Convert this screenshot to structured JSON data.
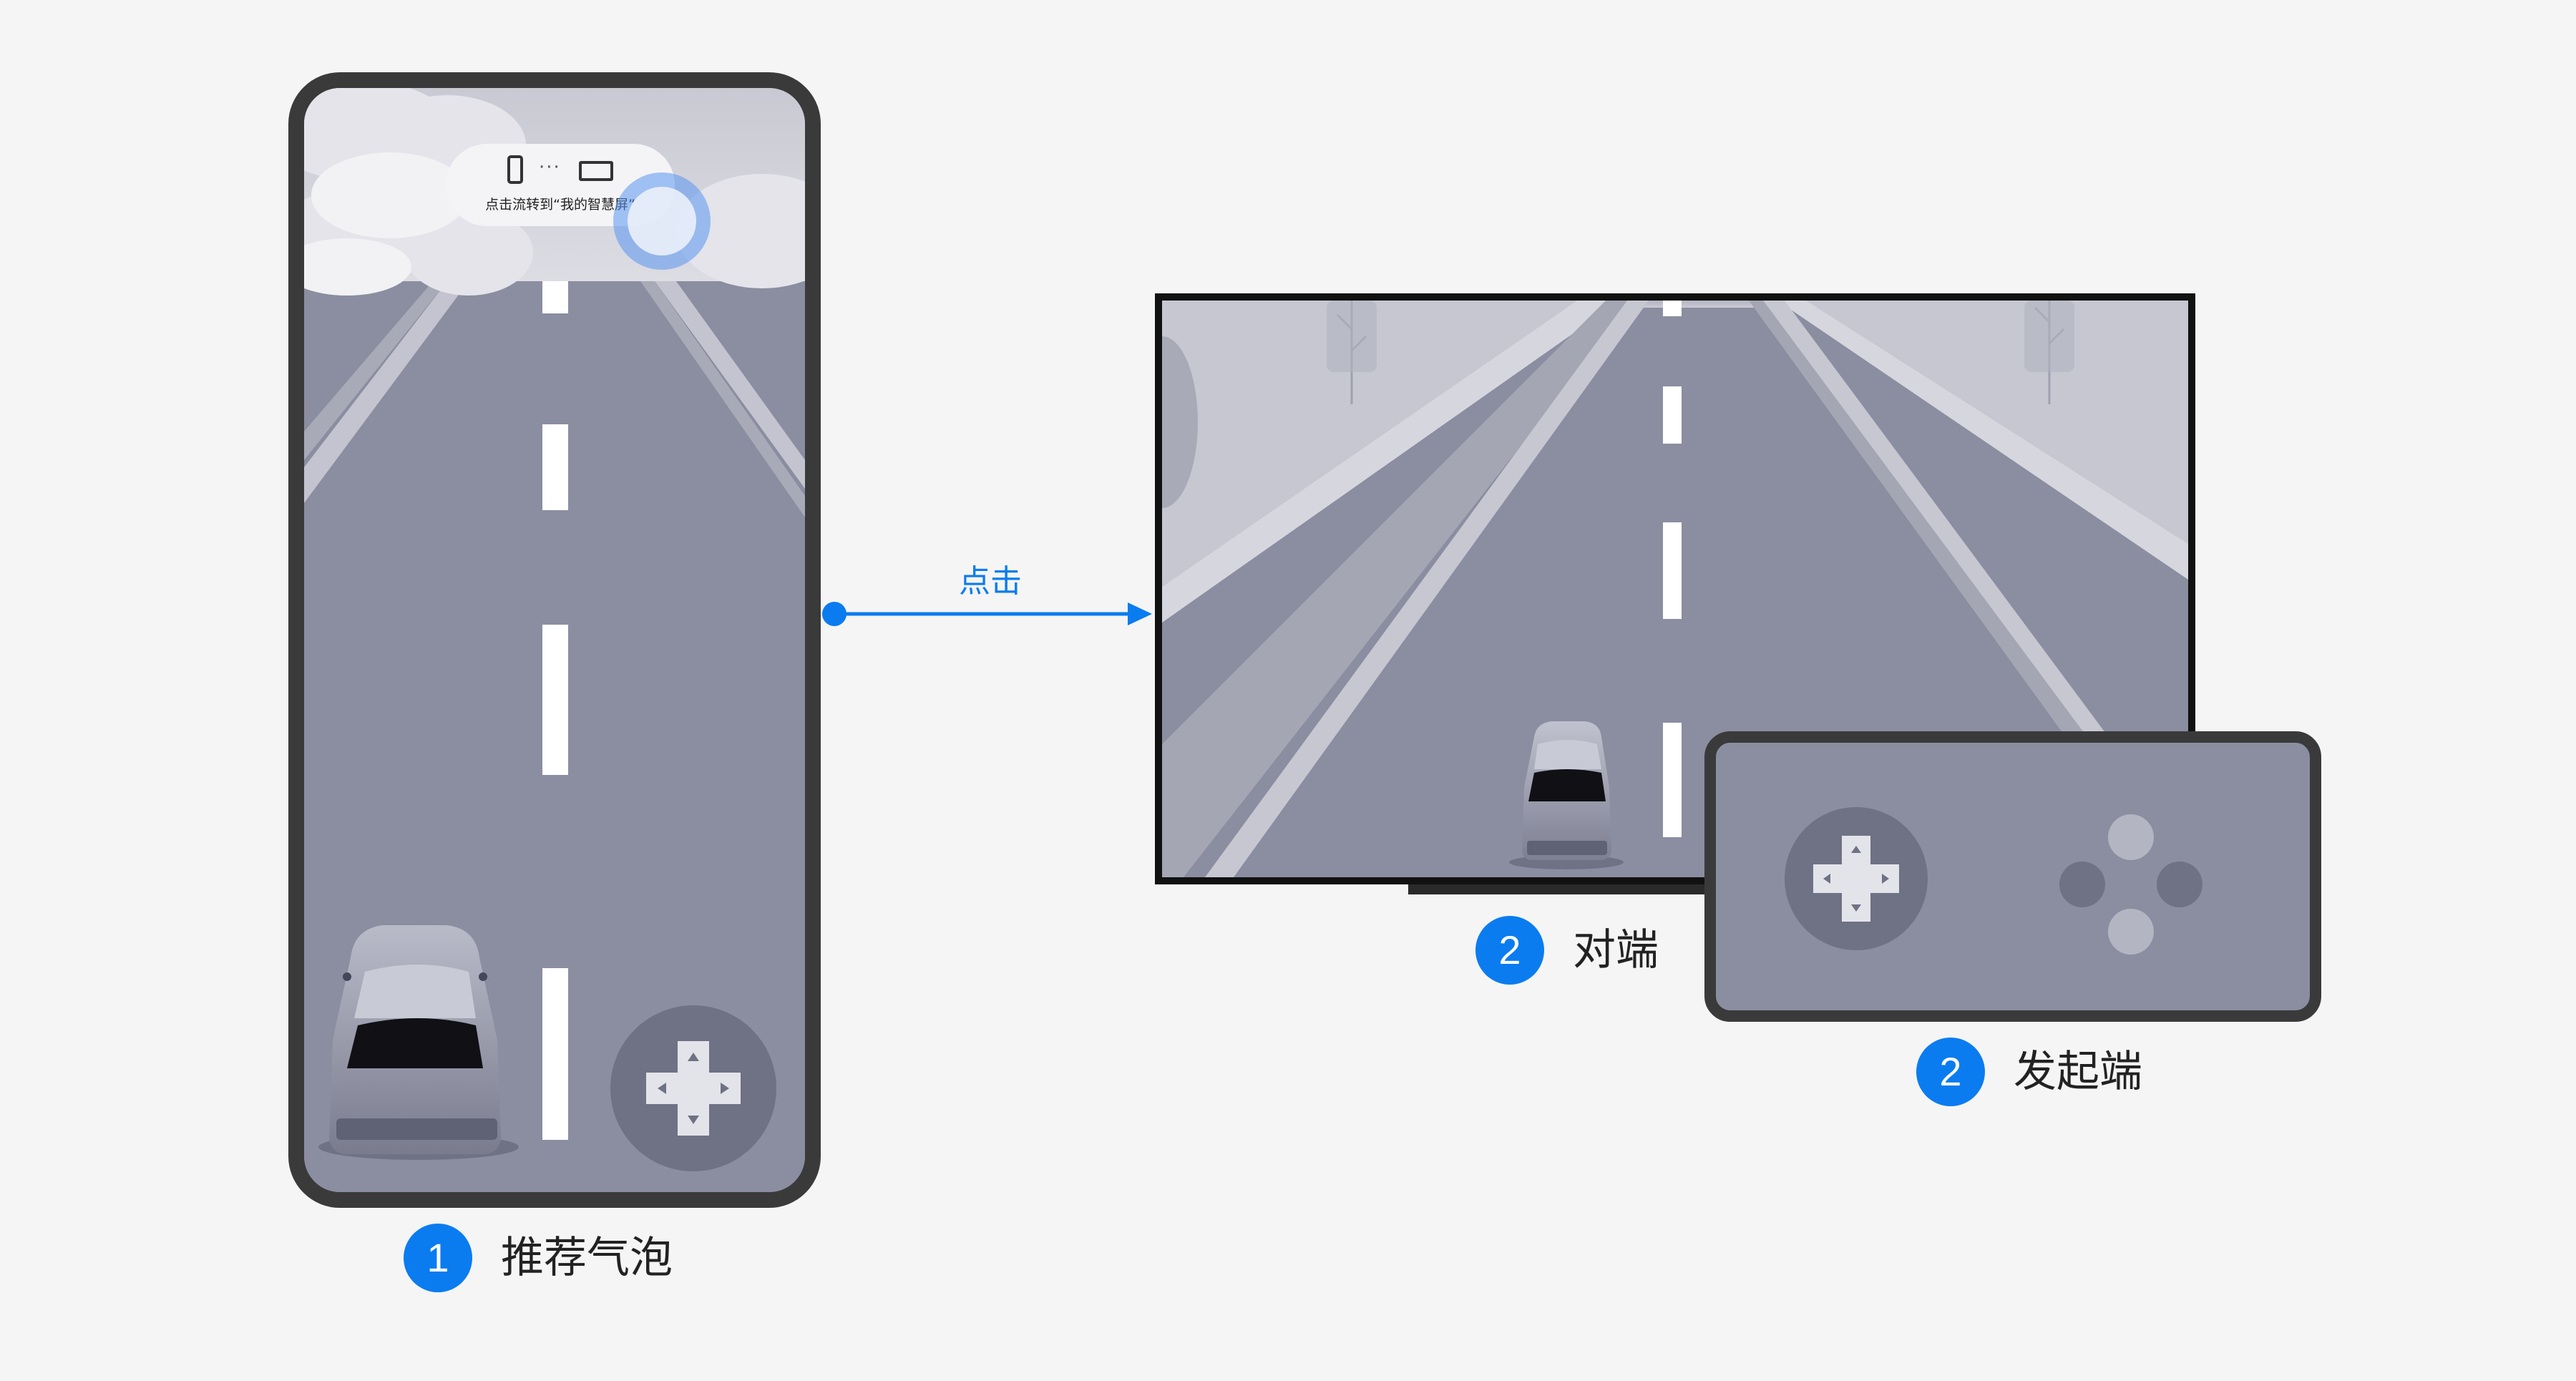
{
  "phone": {
    "bubble_text": "点击流转到“我的智慧屏”",
    "bubble_dots": "···"
  },
  "arrow": {
    "label": "点击"
  },
  "steps": [
    {
      "number": "1",
      "label": "推荐气泡"
    },
    {
      "number": "2",
      "label": "对端"
    },
    {
      "number": "2",
      "label": "发起端"
    }
  ],
  "colors": {
    "accent": "#0a7cf0",
    "road": "#8b8da0",
    "frame": "#3a3a3a",
    "background": "#f5f5f5"
  }
}
